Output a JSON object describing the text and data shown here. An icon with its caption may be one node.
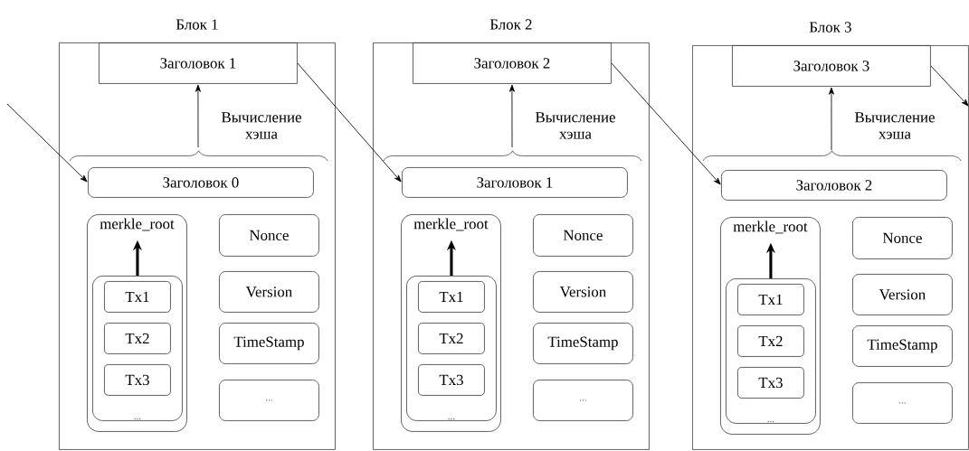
{
  "diagram": {
    "nodes": [
      {
        "text": [
          "Блок 1"
        ]
      },
      {
        "text": [
          "Заголовок 1"
        ],
        "in": 0
      },
      {
        "text": [
          "Заголовок 0"
        ],
        "in": 0
      },
      {
        "text": [
          "merkle_root"
        ],
        "in": 0
      },
      {
        "text": [
          "..."
        ],
        "in": 3
      },
      {
        "text": [
          "Tx1"
        ],
        "in": 4
      },
      {
        "text": [
          "Tx2"
        ],
        "in": 4
      },
      {
        "text": [
          "Tx3"
        ],
        "in": 4
      },
      {
        "text": [
          "Nonce"
        ],
        "in": 0
      },
      {
        "text": [
          "Version"
        ],
        "in": 0
      },
      {
        "text": [
          "TimeStamp"
        ],
        "in": 0
      },
      {
        "text": [
          "..."
        ],
        "in": 0
      },
      {
        "text": [
          "Блок 2"
        ]
      },
      {
        "text": [
          "Заголовок 2"
        ],
        "in": 12
      },
      {
        "text": [
          "Заголовок 1"
        ],
        "in": 12
      },
      {
        "text": [
          "merkle_root"
        ],
        "in": 12
      },
      {
        "text": [
          "..."
        ],
        "in": 15
      },
      {
        "text": [
          "Tx1"
        ],
        "in": 16
      },
      {
        "text": [
          "Tx2"
        ],
        "in": 16
      },
      {
        "text": [
          "Tx3"
        ],
        "in": 16
      },
      {
        "text": [
          "Nonce"
        ],
        "in": 12
      },
      {
        "text": [
          "Version"
        ],
        "in": 12
      },
      {
        "text": [
          "TimeStamp"
        ],
        "in": 12
      },
      {
        "text": [
          "..."
        ],
        "in": 12
      },
      {
        "text": [
          "Блок 3"
        ]
      },
      {
        "text": [
          "Заголовок 3"
        ],
        "in": 24
      },
      {
        "text": [
          "Заголовок 2"
        ],
        "in": 24
      },
      {
        "text": [
          "merkle_root"
        ],
        "in": 24
      },
      {
        "text": [
          "..."
        ],
        "in": 27
      },
      {
        "text": [
          "Tx1"
        ],
        "in": 28
      },
      {
        "text": [
          "Tx2"
        ],
        "in": 28
      },
      {
        "text": [
          "Tx3"
        ],
        "in": 28
      },
      {
        "text": [
          "Nonce"
        ],
        "in": 24
      },
      {
        "text": [
          "Version"
        ],
        "in": 24
      },
      {
        "text": [
          "TimeStamp"
        ],
        "in": 24
      },
      {
        "text": [
          "..."
        ],
        "in": 24
      }
    ],
    "edges": [
      {
        "from": null,
        "to": 2,
        "arrow": "to"
      },
      {
        "from": null,
        "to": 1,
        "arrow": "to",
        "label": "Вычисление хэша"
      },
      {
        "from": 4,
        "to": 3,
        "arrow": "to",
        "style": "thick"
      },
      {
        "from": 1,
        "to": 14,
        "arrow": "to"
      },
      {
        "from": null,
        "to": 13,
        "arrow": "to",
        "label": "Вычисление хэша"
      },
      {
        "from": 16,
        "to": 15,
        "arrow": "to",
        "style": "thick"
      },
      {
        "from": 13,
        "to": 26,
        "arrow": "to"
      },
      {
        "from": null,
        "to": 25,
        "arrow": "to",
        "label": "Вычисление хэша"
      },
      {
        "from": 28,
        "to": 27,
        "arrow": "to",
        "style": "thick"
      },
      {
        "from": 25,
        "to": null,
        "arrow": "to"
      }
    ]
  }
}
